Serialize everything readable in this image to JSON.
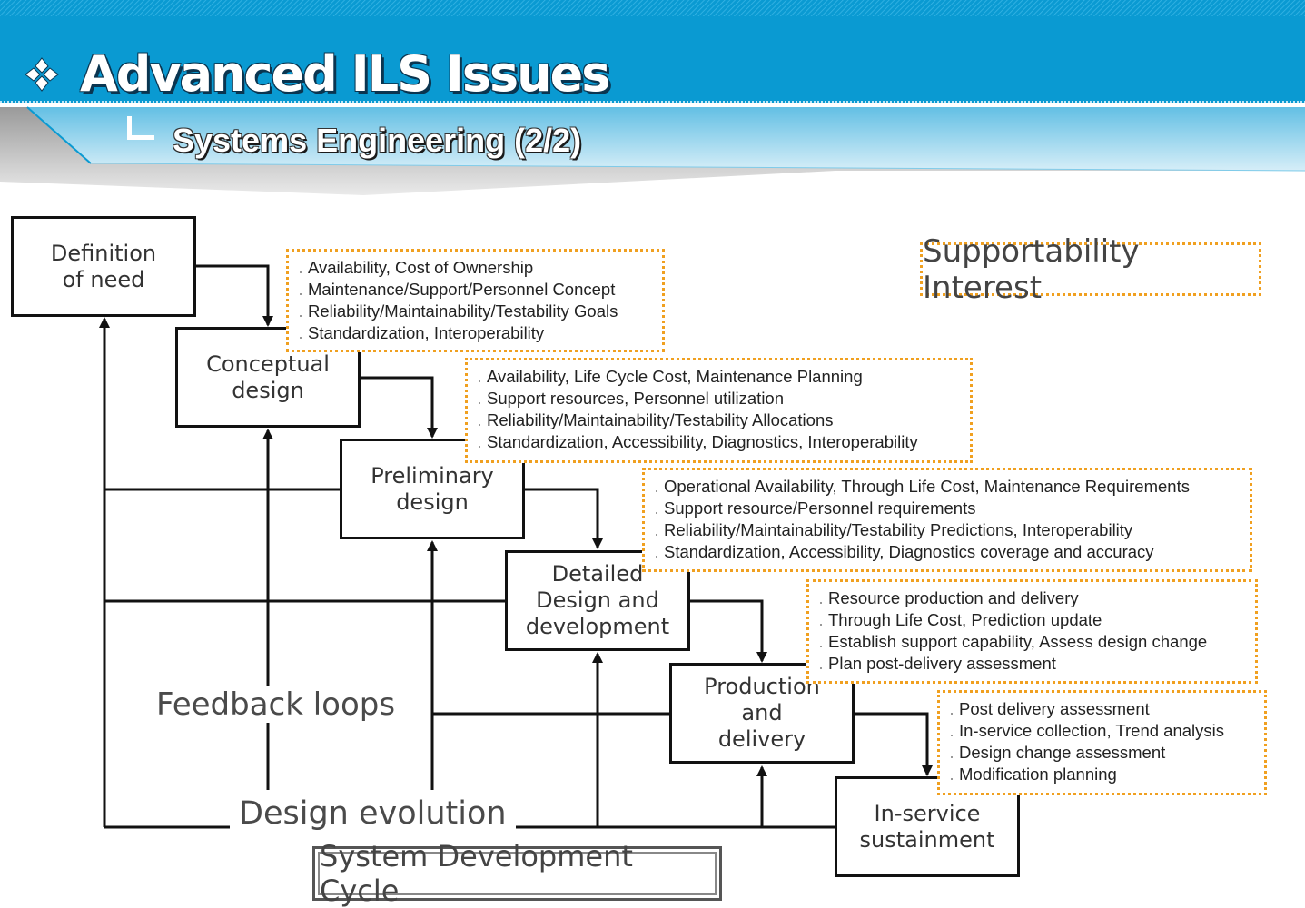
{
  "header": {
    "title": "Advanced ILS Issues",
    "subtitle": "Systems Engineering (2/2)"
  },
  "icons": {
    "title_bullet": "four-diamond-bullet-icon",
    "subtitle_bullet": "corner-bracket-icon"
  },
  "colors": {
    "header_blue": "#0a9ad2",
    "note_border": "#f0a020",
    "box_border": "#111111",
    "label_gray": "#4a4a4a"
  },
  "stages": [
    {
      "id": "definition",
      "label": "Definition\nof need"
    },
    {
      "id": "conceptual",
      "label": "Conceptual\ndesign"
    },
    {
      "id": "preliminary",
      "label": "Preliminary\ndesign"
    },
    {
      "id": "detailed",
      "label": "Detailed\nDesign and\ndevelopment"
    },
    {
      "id": "production",
      "label": "Production\nand\ndelivery"
    },
    {
      "id": "inservice",
      "label": "In-service\nsustainment"
    }
  ],
  "notes": [
    {
      "id": "note-conceptual",
      "items": [
        "Availability, Cost of Ownership",
        "Maintenance/Support/Personnel Concept",
        "Reliability/Maintainability/Testability Goals",
        "Standardization, Interoperability"
      ]
    },
    {
      "id": "note-preliminary",
      "items": [
        "Availability, Life Cycle Cost, Maintenance Planning",
        "Support resources, Personnel utilization",
        "Reliability/Maintainability/Testability Allocations",
        "Standardization, Accessibility, Diagnostics, Interoperability"
      ]
    },
    {
      "id": "note-detailed",
      "items": [
        "Operational Availability, Through Life Cost, Maintenance Requirements",
        "Support resource/Personnel requirements",
        "Reliability/Maintainability/Testability Predictions, Interoperability",
        "Standardization, Accessibility, Diagnostics coverage and accuracy"
      ]
    },
    {
      "id": "note-production",
      "items": [
        "Resource production and delivery",
        "Through Life Cost, Prediction update",
        "Establish support capability, Assess design change",
        "Plan post-delivery assessment"
      ]
    },
    {
      "id": "note-inservice",
      "items": [
        "Post delivery assessment",
        "In-service collection, Trend analysis",
        "Design change assessment",
        "Modification planning"
      ]
    }
  ],
  "labels": {
    "supportability": "Supportability Interest",
    "feedback": "Feedback loops",
    "evolution": "Design evolution",
    "cycle": "System Development Cycle"
  }
}
